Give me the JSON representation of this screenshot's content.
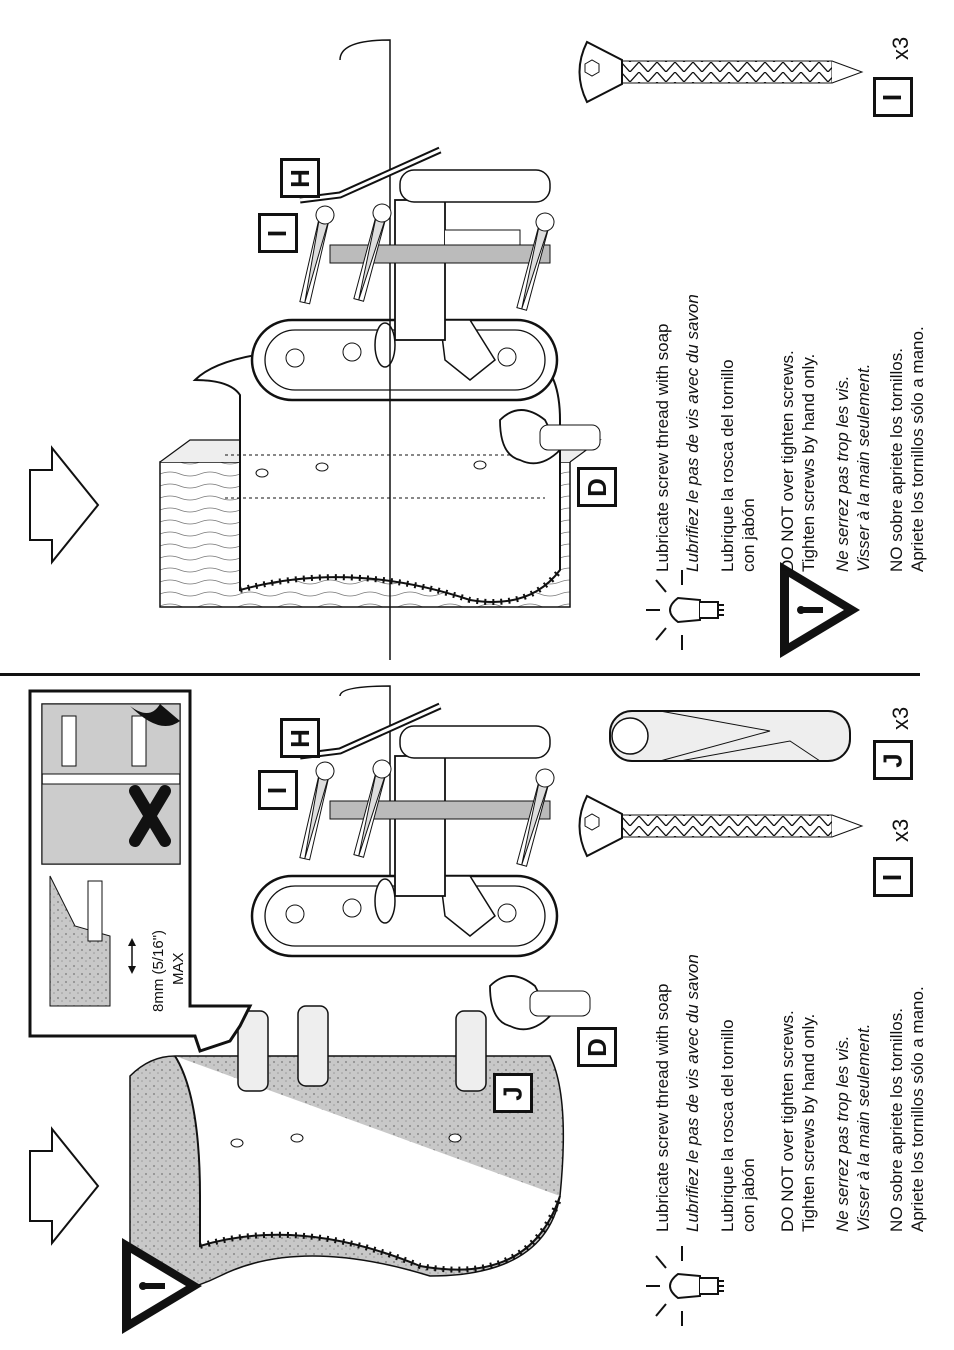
{
  "panels": {
    "bottom": {
      "labels": {
        "I": "I",
        "H": "H",
        "D": "D",
        "J": "J"
      },
      "qty_screw": "x3",
      "qty_anchor": "x3",
      "inset": {
        "depth_label": "8mm (5/16\")",
        "max_label": "MAX"
      },
      "instructions": {
        "tip_en": "Lubricate screw  thread with soap",
        "tip_fr": "Lubrifiez le pas de vis avec du savon",
        "tip_es_1": "Lubrique la rosca del tornillo",
        "tip_es_2": "con jabón",
        "warn_en_1": "DO NOT over tighten screws.",
        "warn_en_2": "Tighten screws by hand only.",
        "warn_fr_1": "Ne serrez pas trop les vis.",
        "warn_fr_2": "Visser à la main seulement.",
        "warn_es_1": "NO sobre apriete los tornillos.",
        "warn_es_2": "Apriete los tornillos sólo a mano."
      }
    },
    "top": {
      "labels": {
        "I": "I",
        "H": "H",
        "D": "D",
        "I2": "I"
      },
      "qty_screw": "x3",
      "instructions": {
        "tip_en": "Lubricate screw  thread with soap",
        "tip_fr": "Lubrifiez le pas de vis avec du savon",
        "tip_es_1": "Lubrique la rosca del tornillo",
        "tip_es_2": "con jabón",
        "warn_en_1": "DO NOT over tighten screws.",
        "warn_en_2": "Tighten screws by hand only.",
        "warn_fr_1": "Ne serrez pas trop les vis.",
        "warn_fr_2": "Visser à la main seulement.",
        "warn_es_1": "NO sobre apriete los tornillos.",
        "warn_es_2": "Apriete los tornillos sólo a mano."
      }
    }
  },
  "icons": [
    "arrow-icon",
    "lightbulb-icon",
    "warning-icon",
    "check-icon",
    "cross-icon"
  ]
}
